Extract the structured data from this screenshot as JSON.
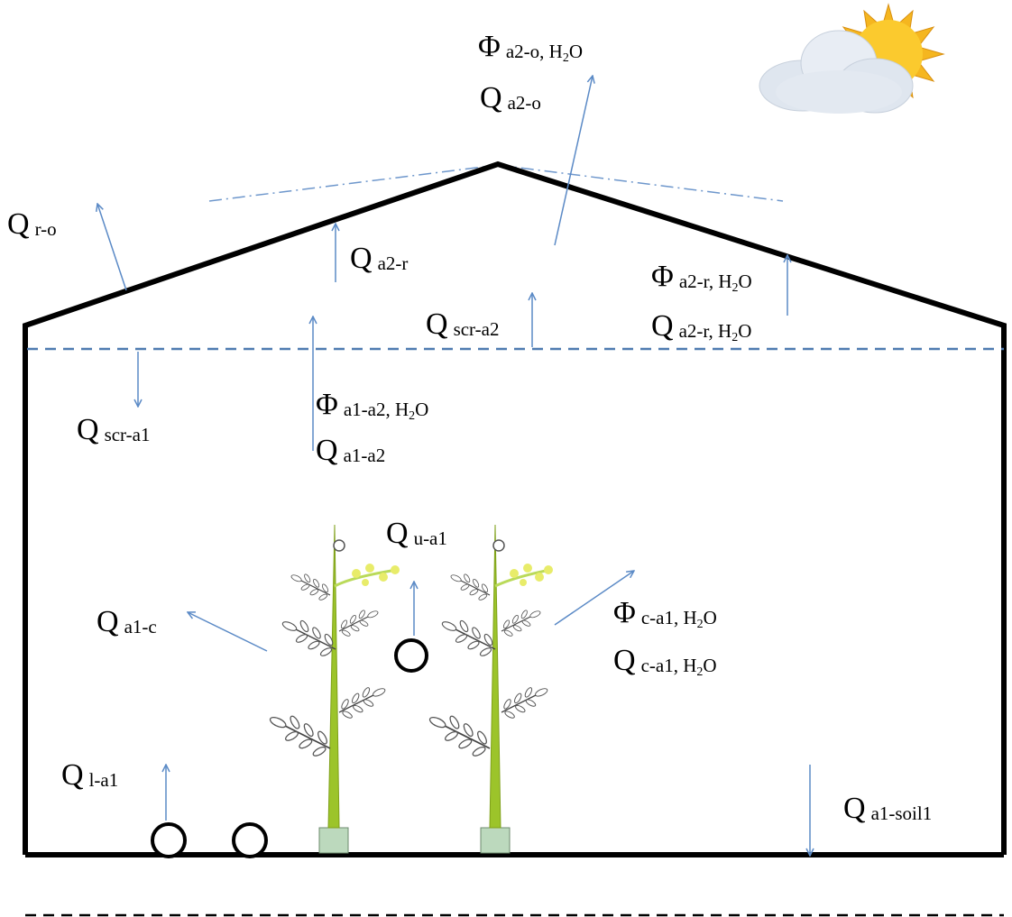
{
  "labels": [
    {
      "key": "phi_a2o",
      "sym": "Φ",
      "sub": "a2-o, H",
      "sub2": "2",
      "tail": "O"
    },
    {
      "key": "q_a2o",
      "sym": "Q",
      "sub": "a2-o",
      "sub2": "",
      "tail": ""
    },
    {
      "key": "q_ro",
      "sym": "Q",
      "sub": "r-o",
      "sub2": "",
      "tail": ""
    },
    {
      "key": "q_a2r",
      "sym": "Q",
      "sub": "a2-r",
      "sub2": "",
      "tail": ""
    },
    {
      "key": "phi_a2r",
      "sym": "Φ",
      "sub": "a2-r, H",
      "sub2": "2",
      "tail": "O"
    },
    {
      "key": "q_a2r_h2o",
      "sym": "Q",
      "sub": "a2-r, H",
      "sub2": "2",
      "tail": "O"
    },
    {
      "key": "q_scra2",
      "sym": "Q",
      "sub": "scr-a2",
      "sub2": "",
      "tail": ""
    },
    {
      "key": "q_scra1",
      "sym": "Q",
      "sub": "scr-a1",
      "sub2": "",
      "tail": ""
    },
    {
      "key": "phi_a1a2",
      "sym": "Φ",
      "sub": "a1-a2, H",
      "sub2": "2",
      "tail": "O"
    },
    {
      "key": "q_a1a2",
      "sym": "Q",
      "sub": "a1-a2",
      "sub2": "",
      "tail": ""
    },
    {
      "key": "q_ua1",
      "sym": "Q",
      "sub": "u-a1",
      "sub2": "",
      "tail": ""
    },
    {
      "key": "q_a1c",
      "sym": "Q",
      "sub": "a1-c",
      "sub2": "",
      "tail": ""
    },
    {
      "key": "phi_ca1",
      "sym": "Φ",
      "sub": "c-a1, H",
      "sub2": "2",
      "tail": "O"
    },
    {
      "key": "q_ca1",
      "sym": "Q",
      "sub": "c-a1, H",
      "sub2": "2",
      "tail": "O"
    },
    {
      "key": "q_la1",
      "sym": "Q",
      "sub": "l-a1",
      "sub2": "",
      "tail": ""
    },
    {
      "key": "q_a1soil1",
      "sym": "Q",
      "sub": "a1-soil1",
      "sub2": "",
      "tail": ""
    }
  ],
  "colors": {
    "arrow": "#5b8ac6",
    "structure": "#000000",
    "screen": "#4f7bb0",
    "dashdot": "#6e97cc",
    "stem": "#9cc42a",
    "flower": "#e8ec6a",
    "leaf": "#555555",
    "pot": "#bcd9bd",
    "sun": "#f5b61f",
    "cloud": "#dfe6ef"
  },
  "icons": [
    "sun-icon",
    "cloud-icon",
    "tomato-plant-icon",
    "heating-pipe-icon"
  ]
}
